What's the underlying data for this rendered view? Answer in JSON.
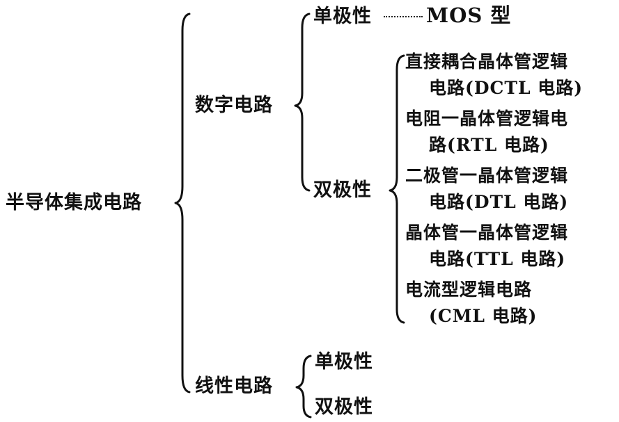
{
  "root": "半导体集成电路",
  "digital": {
    "label": "数字电路",
    "unipolar": {
      "label": "单极性",
      "type": "MOS 型"
    },
    "bipolar": {
      "label": "双极性",
      "items": [
        {
          "line1": "直接耦合晶体管逻辑",
          "line2": "电路(DCTL 电路)"
        },
        {
          "line1": "电阻一晶体管逻辑电",
          "line2": "路(RTL 电路)"
        },
        {
          "line1": "二极管一晶体管逻辑",
          "line2": "电路(DTL 电路)"
        },
        {
          "line1": "晶体管一晶体管逻辑",
          "line2": "电路(TTL 电路)"
        },
        {
          "line1": "电流型逻辑电路",
          "line2": "(CML 电路)"
        }
      ]
    }
  },
  "linear": {
    "label": "线性电路",
    "unipolar": "单极性",
    "bipolar": "双极性"
  }
}
